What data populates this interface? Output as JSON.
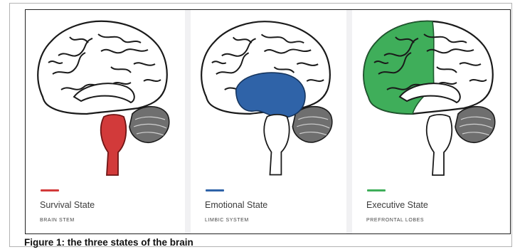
{
  "figure": {
    "caption": "Figure 1: the three states of the brain",
    "panels": [
      {
        "state": "Survival State",
        "region": "BRAIN STEM",
        "accent": "#d23a3a",
        "highlight": "brain-stem"
      },
      {
        "state": "Emotional State",
        "region": "LIMBIC SYSTEM",
        "accent": "#2f63a8",
        "highlight": "limbic-system"
      },
      {
        "state": "Executive State",
        "region": "PREFRONTAL LOBES",
        "accent": "#3fae5a",
        "highlight": "prefrontal-lobes"
      }
    ]
  }
}
